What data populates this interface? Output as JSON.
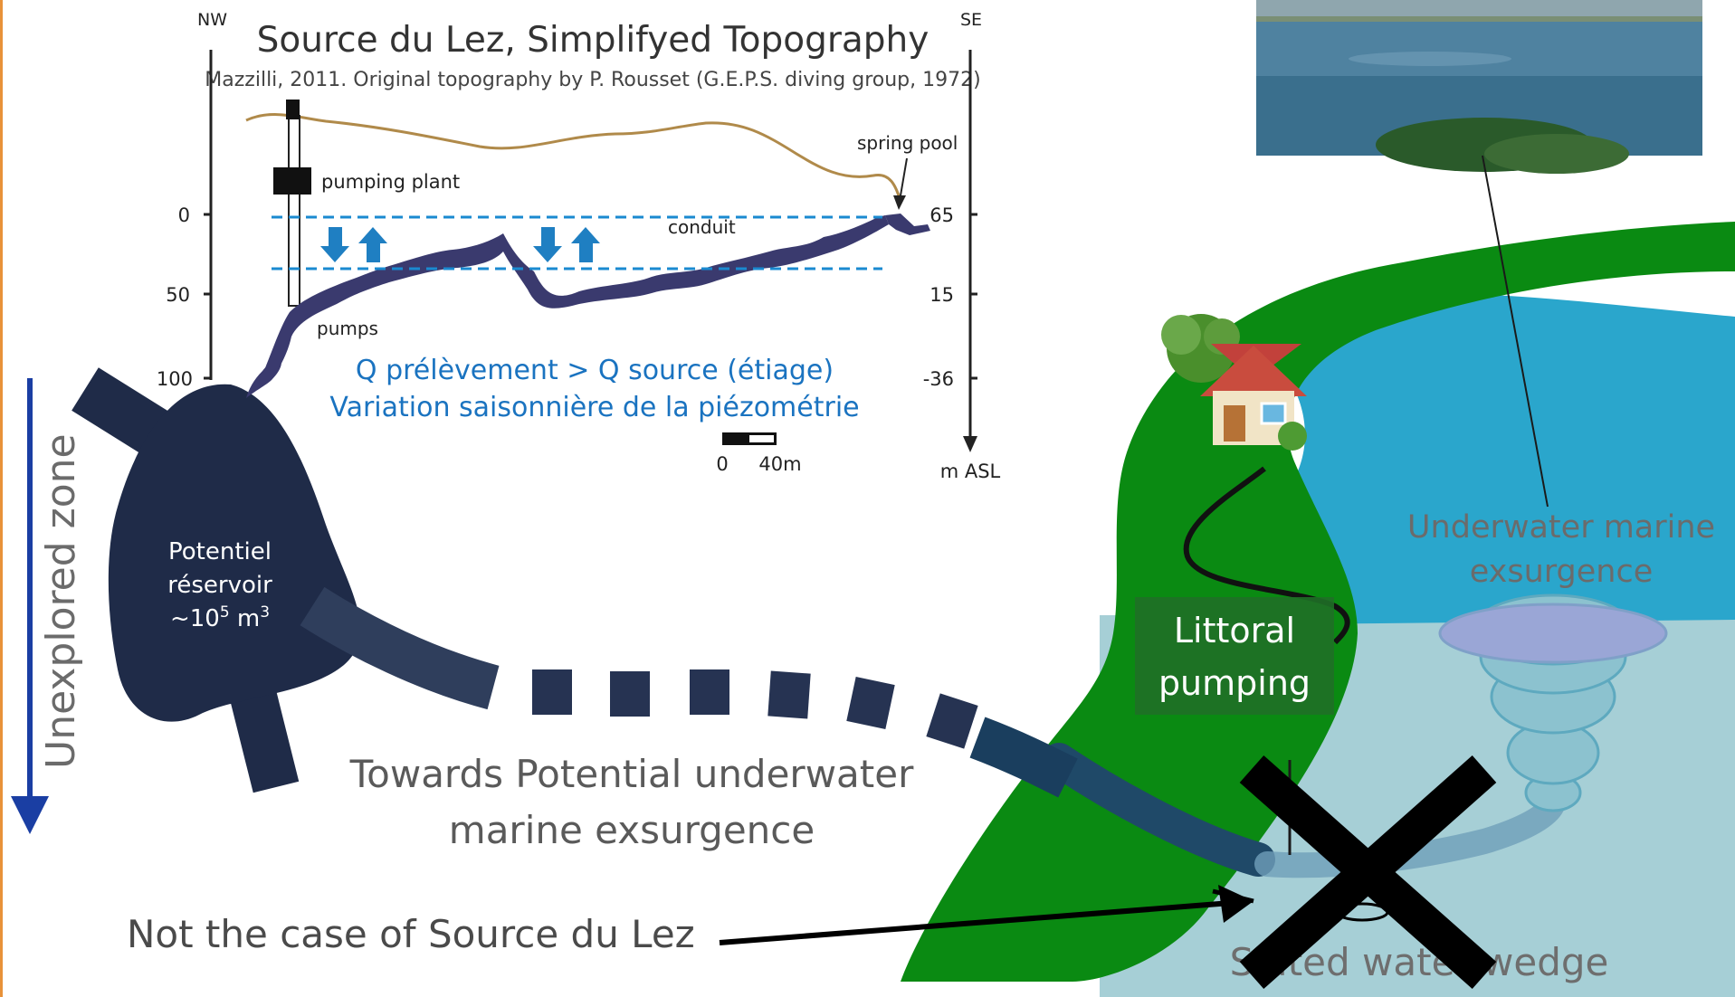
{
  "topography": {
    "title": "Source du Lez, Simplifyed Topography",
    "credit": "Mazzilli, 2011. Original topography by P. Rousset (G.E.P.S. diving group, 1972)",
    "corner_left": "NW",
    "corner_right": "SE",
    "left_axis_ticks": [
      "0",
      "50",
      "100"
    ],
    "right_axis_ticks": [
      "65",
      "15",
      "-36"
    ],
    "right_axis_unit": "m ASL",
    "labels": {
      "pumping_plant": "pumping plant",
      "spring_pool": "spring pool",
      "conduit": "conduit",
      "pumps": "pumps"
    },
    "note_line1": "Q prélèvement > Q source (étiage)",
    "note_line2": "Variation saisonnière de la piézométrie",
    "scale_start": "0",
    "scale_end": "40m"
  },
  "reservoir": {
    "line1": "Potentiel",
    "line2": "réservoir",
    "line3_prefix": "~10",
    "line3_exp": "5",
    "line3_unit": " m",
    "line3_unit_exp": "3"
  },
  "unexplored_label": "Unexplored zone",
  "towards_line1": "Towards Potential underwater",
  "towards_line2": "marine exsurgence",
  "not_the_case": "Not the case of Source du Lez",
  "littoral_line1": "Littoral",
  "littoral_line2": "pumping",
  "marine_line1": "Underwater marine",
  "marine_line2": "exsurgence",
  "salted_wedge": "Salted water wedge",
  "colors": {
    "accent_orange": "#e8923a",
    "land_green": "#0a8a12",
    "dark_navy": "#1f2b48",
    "sea_blue": "#2aa6cc",
    "saltwater": "#a6cfd6",
    "note_blue": "#1a73c0",
    "ground_brown": "#b08a4a"
  }
}
